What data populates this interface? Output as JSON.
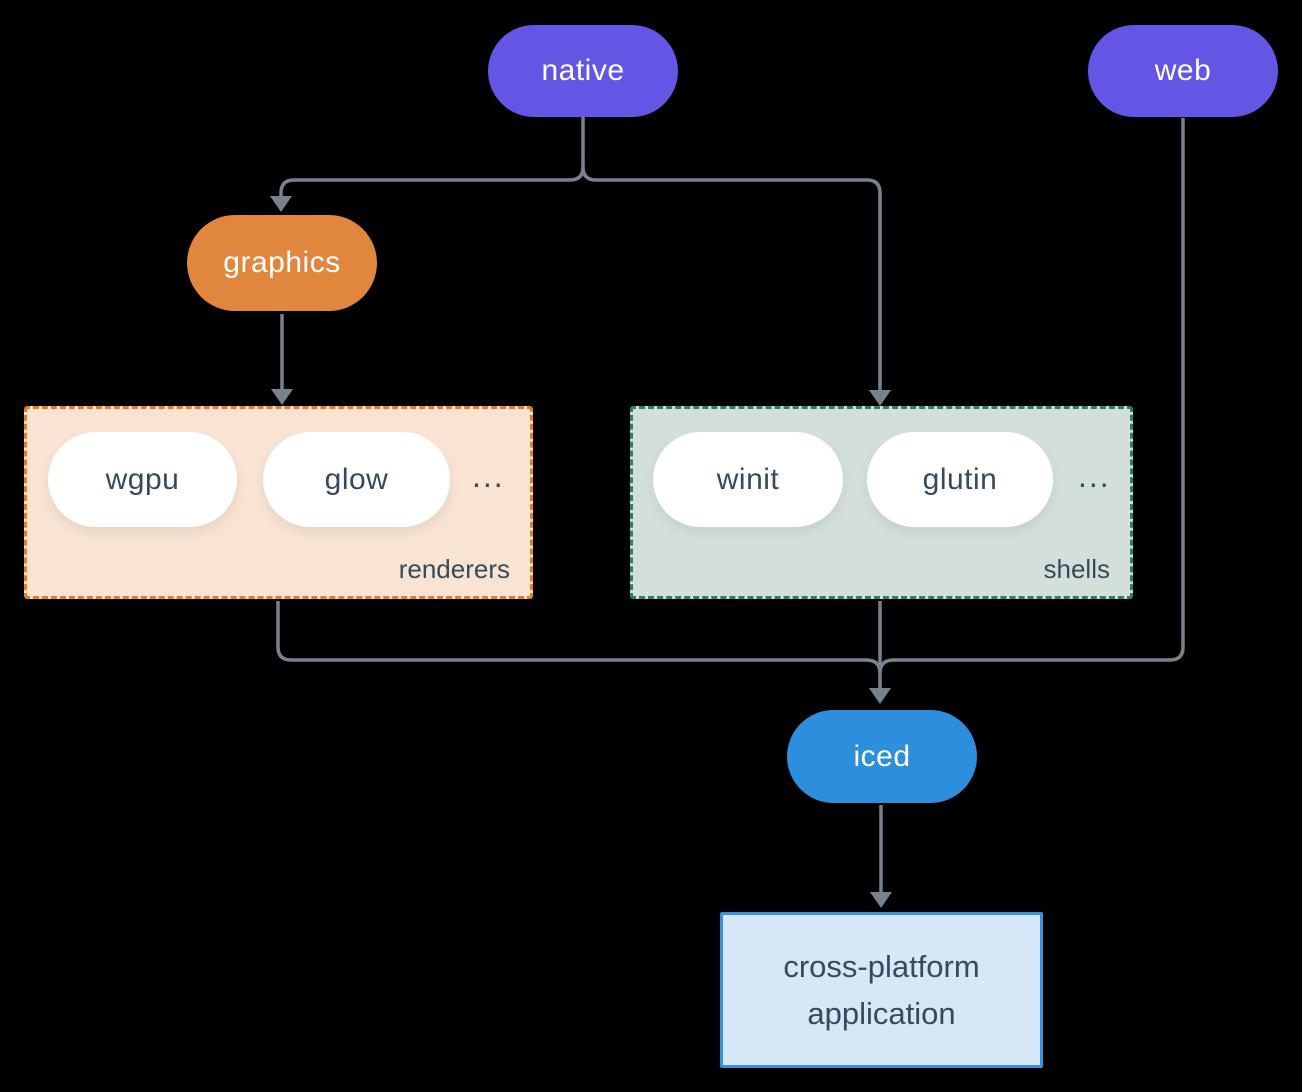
{
  "colors": {
    "background": "#000000",
    "platform-pill": "#6456E4",
    "graphics-pill": "#E0863D",
    "renderers-fill": "#F9E4D3",
    "renderers-border": "#E87D20",
    "shells-fill": "#D3E0DA",
    "shells-border": "#2E7D6E",
    "iced-pill": "#2E8EDE",
    "app-fill": "#D6E7F7",
    "app-border": "#3D8EDB",
    "node-text-dark": "#344B5D",
    "node-text-light": "#FFFFFF",
    "connector": "#76838F"
  },
  "nodes": {
    "native": {
      "label": "native"
    },
    "web": {
      "label": "web"
    },
    "graphics": {
      "label": "graphics"
    },
    "iced": {
      "label": "iced"
    },
    "app": {
      "line1": "cross-platform",
      "line2": "application"
    }
  },
  "groups": {
    "renderers": {
      "label": "renderers",
      "ellipsis": "...",
      "items": [
        {
          "label": "wgpu"
        },
        {
          "label": "glow"
        }
      ]
    },
    "shells": {
      "label": "shells",
      "ellipsis": "...",
      "items": [
        {
          "label": "winit"
        },
        {
          "label": "glutin"
        }
      ]
    }
  }
}
